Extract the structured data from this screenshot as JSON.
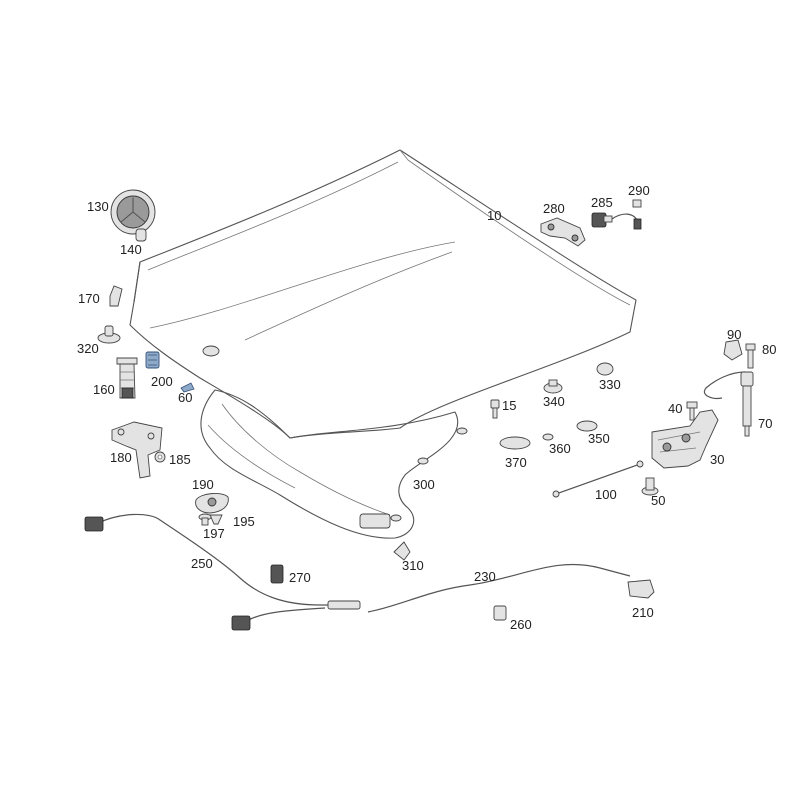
{
  "colors": {
    "outline": "#555555",
    "part_fill": "#e3e3e3",
    "part_dark": "#9a9a9a",
    "part_blue": "#8fa9c8",
    "label": "#222222"
  },
  "parts": [
    {
      "key": "p10",
      "num": "10"
    },
    {
      "key": "p15",
      "num": "15"
    },
    {
      "key": "p30",
      "num": "30"
    },
    {
      "key": "p40",
      "num": "40"
    },
    {
      "key": "p50",
      "num": "50"
    },
    {
      "key": "p60",
      "num": "60"
    },
    {
      "key": "p70",
      "num": "70"
    },
    {
      "key": "p80",
      "num": "80"
    },
    {
      "key": "p90",
      "num": "90"
    },
    {
      "key": "p100",
      "num": "100"
    },
    {
      "key": "p130",
      "num": "130"
    },
    {
      "key": "p140",
      "num": "140"
    },
    {
      "key": "p160",
      "num": "160"
    },
    {
      "key": "p170",
      "num": "170"
    },
    {
      "key": "p180",
      "num": "180"
    },
    {
      "key": "p185",
      "num": "185"
    },
    {
      "key": "p190",
      "num": "190"
    },
    {
      "key": "p195",
      "num": "195"
    },
    {
      "key": "p197",
      "num": "197"
    },
    {
      "key": "p200",
      "num": "200"
    },
    {
      "key": "p210",
      "num": "210"
    },
    {
      "key": "p230",
      "num": "230"
    },
    {
      "key": "p250",
      "num": "250"
    },
    {
      "key": "p260",
      "num": "260"
    },
    {
      "key": "p270",
      "num": "270"
    },
    {
      "key": "p280",
      "num": "280"
    },
    {
      "key": "p285",
      "num": "285"
    },
    {
      "key": "p290",
      "num": "290"
    },
    {
      "key": "p300",
      "num": "300"
    },
    {
      "key": "p310",
      "num": "310"
    },
    {
      "key": "p320",
      "num": "320"
    },
    {
      "key": "p330",
      "num": "330"
    },
    {
      "key": "p340",
      "num": "340"
    },
    {
      "key": "p350",
      "num": "350"
    },
    {
      "key": "p360",
      "num": "360"
    },
    {
      "key": "p370",
      "num": "370"
    }
  ]
}
